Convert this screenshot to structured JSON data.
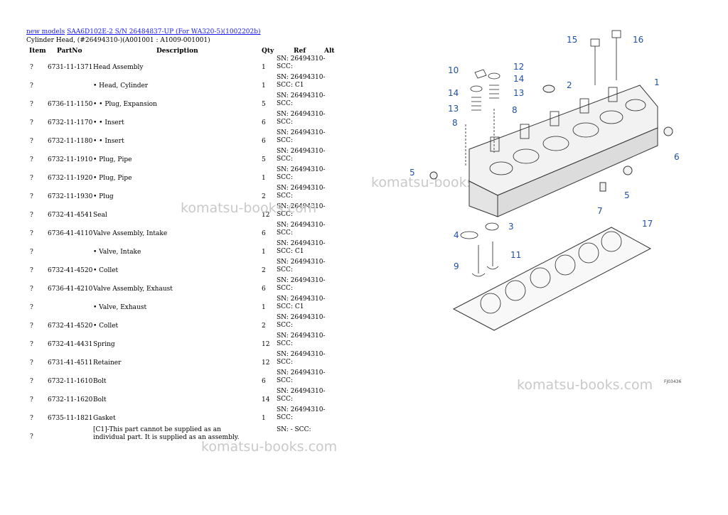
{
  "header": {
    "link1": "new models",
    "link2": "SAA6D102E-2 S/N 26484837-UP (For WA320-5)(1002202b)",
    "subtitle": "Cylinder Head, (#26494310-)(A001001 : A1009-001001)"
  },
  "columns": {
    "item": "Item",
    "partno": "PartNo",
    "description": "Description",
    "qty": "Qty",
    "ref": "Ref",
    "alt": "Alt"
  },
  "rows": [
    {
      "item": "?",
      "partno": "6731-11-1371",
      "desc": "Head Assembly",
      "qty": "1",
      "ref": "SN: 26494310- SCC:"
    },
    {
      "item": "?",
      "partno": "",
      "desc": "• Head, Cylinder",
      "qty": "1",
      "ref": "SN: 26494310- SCC: C1"
    },
    {
      "item": "?",
      "partno": "6736-11-1150",
      "desc": "• • Plug, Expansion",
      "qty": "5",
      "ref": "SN: 26494310- SCC:"
    },
    {
      "item": "?",
      "partno": "6732-11-1170",
      "desc": "• • Insert",
      "qty": "6",
      "ref": "SN: 26494310- SCC:"
    },
    {
      "item": "?",
      "partno": "6732-11-1180",
      "desc": "• • Insert",
      "qty": "6",
      "ref": "SN: 26494310- SCC:"
    },
    {
      "item": "?",
      "partno": "6732-11-1910",
      "desc": "• Plug, Pipe",
      "qty": "5",
      "ref": "SN: 26494310- SCC:"
    },
    {
      "item": "?",
      "partno": "6732-11-1920",
      "desc": "• Plug, Pipe",
      "qty": "1",
      "ref": "SN: 26494310- SCC:"
    },
    {
      "item": "?",
      "partno": "6732-11-1930",
      "desc": "• Plug",
      "qty": "2",
      "ref": "SN: 26494310- SCC:"
    },
    {
      "item": "?",
      "partno": "6732-41-4541",
      "desc": "Seal",
      "qty": "12",
      "ref": "SN: 26494310- SCC:"
    },
    {
      "item": "?",
      "partno": "6736-41-4110",
      "desc": "Valve Assembly, Intake",
      "qty": "6",
      "ref": "SN: 26494310- SCC:"
    },
    {
      "item": "?",
      "partno": "",
      "desc": "• Valve, Intake",
      "qty": "1",
      "ref": "SN: 26494310- SCC: C1"
    },
    {
      "item": "?",
      "partno": "6732-41-4520",
      "desc": "• Collet",
      "qty": "2",
      "ref": "SN: 26494310- SCC:"
    },
    {
      "item": "?",
      "partno": "6736-41-4210",
      "desc": "Valve Assembly, Exhaust",
      "qty": "6",
      "ref": "SN: 26494310- SCC:"
    },
    {
      "item": "?",
      "partno": "",
      "desc": "• Valve, Exhaust",
      "qty": "1",
      "ref": "SN: 26494310- SCC: C1"
    },
    {
      "item": "?",
      "partno": "6732-41-4520",
      "desc": "• Collet",
      "qty": "2",
      "ref": "SN: 26494310- SCC:"
    },
    {
      "item": "?",
      "partno": "6732-41-4431",
      "desc": "Spring",
      "qty": "12",
      "ref": "SN: 26494310- SCC:"
    },
    {
      "item": "?",
      "partno": "6731-41-4511",
      "desc": "Retainer",
      "qty": "12",
      "ref": "SN: 26494310- SCC:"
    },
    {
      "item": "?",
      "partno": "6732-11-1610",
      "desc": "Bolt",
      "qty": "6",
      "ref": "SN: 26494310- SCC:"
    },
    {
      "item": "?",
      "partno": "6732-11-1620",
      "desc": "Bolt",
      "qty": "14",
      "ref": "SN: 26494310- SCC:"
    },
    {
      "item": "?",
      "partno": "6735-11-1821",
      "desc": "Gasket",
      "qty": "1",
      "ref": "SN: 26494310- SCC:"
    }
  ],
  "note": {
    "item": "?",
    "desc": "[C1]-This part cannot be supplied as an individual part. It is supplied as an assembly.",
    "ref": "SN: - SCC:"
  },
  "watermarks": [
    "komatsu-books.com",
    "komatsu-books.com",
    "komatsu-books.com",
    "komatsu-books.com"
  ],
  "diagram": {
    "callouts": [
      "15",
      "16",
      "12",
      "10",
      "14",
      "2",
      "1",
      "14",
      "13",
      "13",
      "8",
      "8",
      "6",
      "5",
      "5",
      "7",
      "4",
      "3",
      "17",
      "11",
      "9"
    ],
    "figure_code": "FJ03436"
  }
}
